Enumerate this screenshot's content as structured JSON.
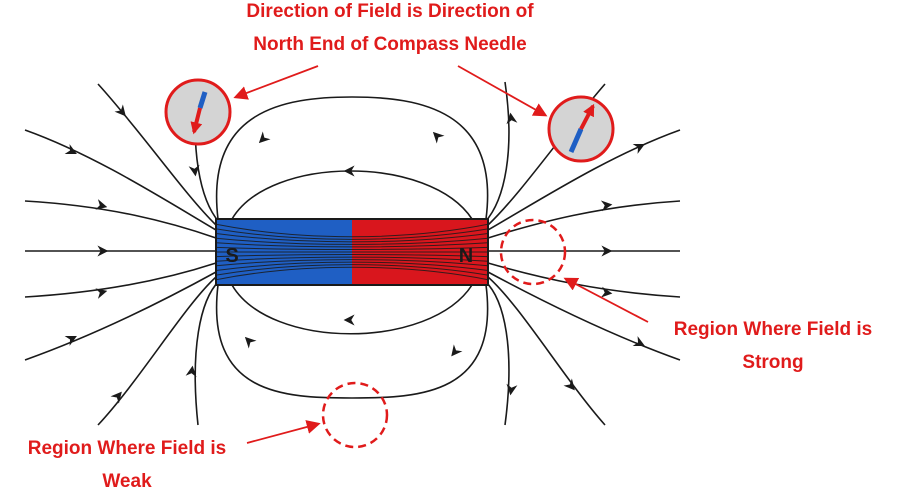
{
  "magnet": {
    "south_label": "S",
    "north_label": "N",
    "south_color": "#1f5fc4",
    "north_color": "#d9161d",
    "stripe_color": "#1a1a1a"
  },
  "field_line_color": "#1a1a1a",
  "annotation_color": "#e01b1b",
  "compass_face_color": "#d4d4d4",
  "labels": {
    "compass_line1": "Direction of Field is Direction of",
    "compass_line2": "North End of Compass Needle",
    "strong_line1": "Region Where Field is",
    "strong_line2": "Strong",
    "weak_line1": "Region Where Field is",
    "weak_line2": "Weak"
  },
  "icons": [
    "compass-icon",
    "arrow-icon",
    "dashed-circle-icon",
    "bar-magnet-icon"
  ]
}
